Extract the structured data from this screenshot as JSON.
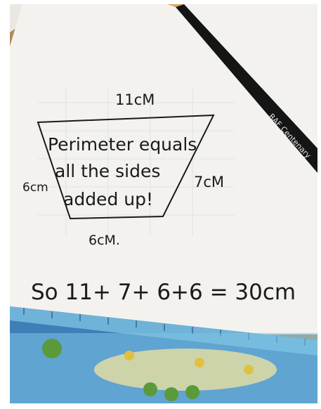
{
  "note": {
    "top_side": "11cM",
    "left_side": "6cm",
    "right_side": "7cM",
    "bottom_side": "6cM.",
    "message_line1": "Perimeter equals",
    "message_line2": "all the sides",
    "message_line3": "added up!",
    "equation": "So  11+ 7+ 6+6  = 30cm"
  },
  "pencil": {
    "brand_text": "RAF Centenary"
  },
  "colors": {
    "paper": "#f3f2ee",
    "pencil": "#151515",
    "ruler": "#6fb3d8",
    "desk": "#b08a5a",
    "ink": "#1a1a1a"
  }
}
